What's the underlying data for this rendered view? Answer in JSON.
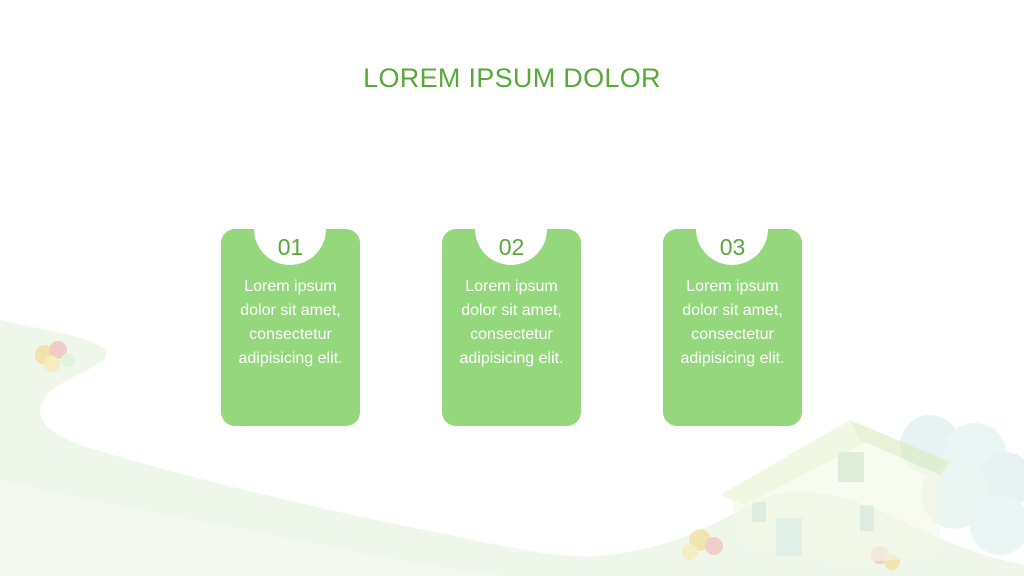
{
  "slide": {
    "title": "LOREM IPSUM DOLOR"
  },
  "cards": [
    {
      "number": "01",
      "text": "Lorem ipsum dolor sit amet, consectetur adipisicing elit."
    },
    {
      "number": "02",
      "text": "Lorem ipsum dolor sit amet, consectetur adipisicing elit."
    },
    {
      "number": "03",
      "text": "Lorem ipsum dolor sit amet, consectetur adipisicing elit."
    }
  ],
  "colors": {
    "title": "#5aa83a",
    "card_fill": "#94d77c",
    "card_text": "#ffffff",
    "number_text": "#5aa83a",
    "background": "#ffffff"
  },
  "icons": {
    "background_art": "landscape-house-illustration"
  }
}
